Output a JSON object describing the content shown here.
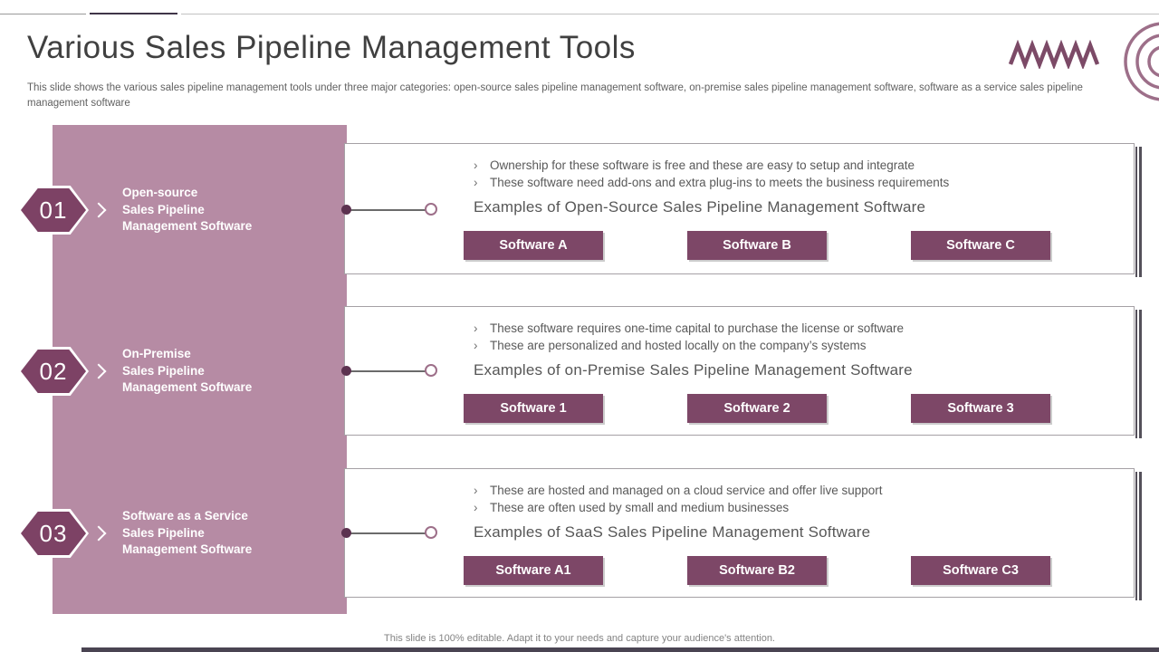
{
  "slide": {
    "title": "Various Sales Pipeline Management Tools",
    "subtitle": "This slide shows the various sales pipeline management tools under three major categories: open-source sales pipeline management software, on-premise sales pipeline management software, software as a service sales pipeline management software",
    "footer": "This slide is 100% editable. Adapt it to your needs and capture your audience's attention."
  },
  "ui": {
    "bullet_marker": "›"
  },
  "colors": {
    "sidebar_mauve": "#b68ba4",
    "plum_dark": "#7d4265",
    "button_plum": "#7d4767",
    "zigzag_plum": "#7c4a67",
    "rings_mauve": "#9d6f89",
    "text_gray": "#595959",
    "title_gray": "#404040"
  },
  "rows": [
    {
      "number": "01",
      "category_lines": [
        "Open-source",
        "Sales Pipeline",
        "Management Software"
      ],
      "bullets": [
        "Ownership for these software is free and these are easy to setup and integrate",
        "These software need add-ons and extra plug-ins to meets the business requirements"
      ],
      "examples_heading": "Examples of Open-Source Sales Pipeline Management Software",
      "software": [
        "Software A",
        "Software B",
        "Software C"
      ]
    },
    {
      "number": "02",
      "category_lines": [
        "On-Premise",
        "Sales Pipeline",
        "Management Software"
      ],
      "bullets": [
        "These software requires one-time capital to purchase the license or software",
        "These are personalized and hosted locally on the company’s systems"
      ],
      "examples_heading": "Examples of on-Premise Sales Pipeline Management Software",
      "software": [
        "Software 1",
        "Software 2",
        "Software 3"
      ]
    },
    {
      "number": "03",
      "category_lines": [
        "Software as a Service",
        "Sales Pipeline",
        "Management Software"
      ],
      "bullets": [
        "These are hosted and managed on a cloud service and offer live support",
        "These are often used by small and medium businesses"
      ],
      "examples_heading": "Examples of SaaS Sales Pipeline Management Software",
      "software": [
        "Software A1",
        "Software B2",
        "Software C3"
      ]
    }
  ]
}
